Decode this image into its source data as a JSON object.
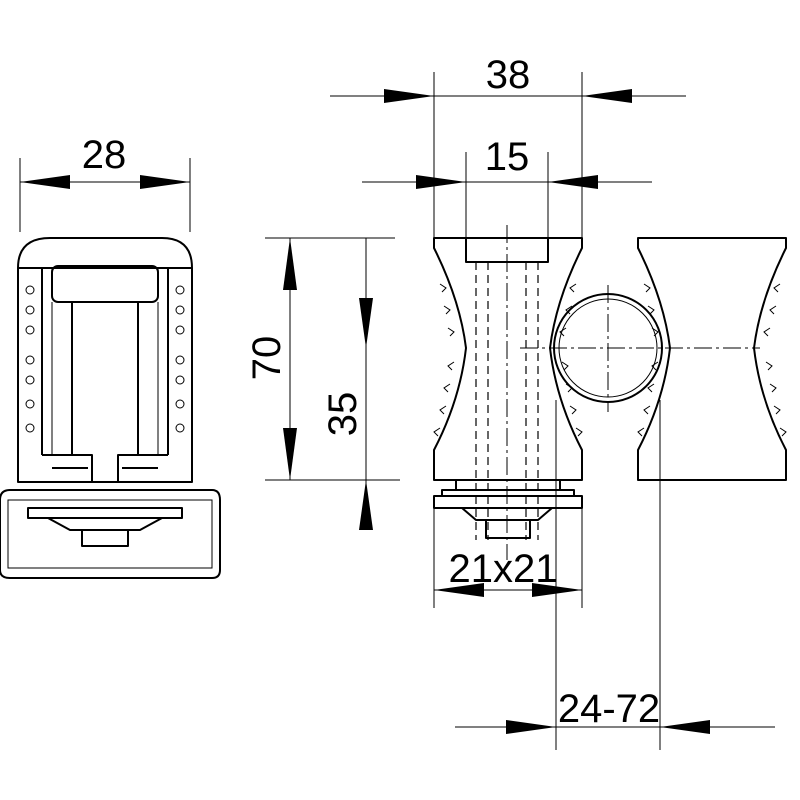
{
  "dimensions": {
    "width_side": "28",
    "width_total": "38",
    "width_inner": "15",
    "height_total": "70",
    "height_half": "35",
    "bolt_size": "21x21",
    "clamp_range": "24-72"
  },
  "colors": {
    "line": "#000000",
    "background": "#ffffff"
  }
}
